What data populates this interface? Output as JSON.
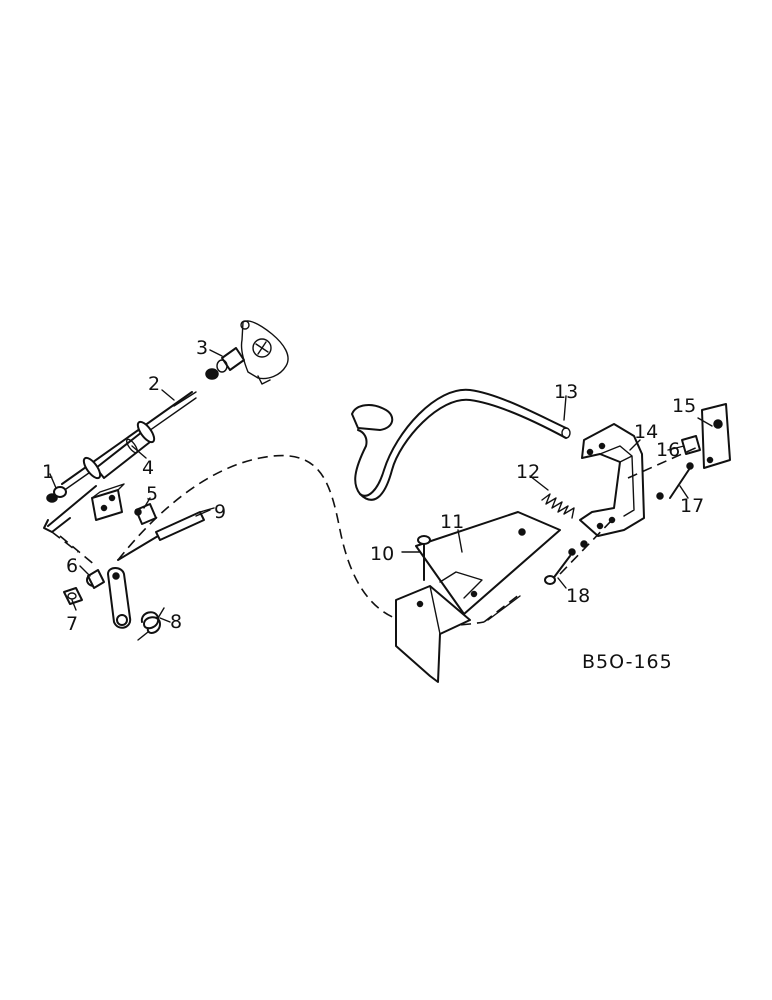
{
  "figure": {
    "reference": "B5O-165",
    "callouts": [
      {
        "id": "c1",
        "label": "1"
      },
      {
        "id": "c2",
        "label": "2"
      },
      {
        "id": "c3",
        "label": "3"
      },
      {
        "id": "c4",
        "label": "4"
      },
      {
        "id": "c5",
        "label": "5"
      },
      {
        "id": "c6",
        "label": "6"
      },
      {
        "id": "c7",
        "label": "7"
      },
      {
        "id": "c8",
        "label": "8"
      },
      {
        "id": "c9",
        "label": "9"
      },
      {
        "id": "c10",
        "label": "10"
      },
      {
        "id": "c11",
        "label": "11"
      },
      {
        "id": "c12",
        "label": "12"
      },
      {
        "id": "c13",
        "label": "13"
      },
      {
        "id": "c14",
        "label": "14"
      },
      {
        "id": "c15",
        "label": "15"
      },
      {
        "id": "c16",
        "label": "16"
      },
      {
        "id": "c17",
        "label": "17"
      },
      {
        "id": "c18",
        "label": "18"
      }
    ]
  }
}
